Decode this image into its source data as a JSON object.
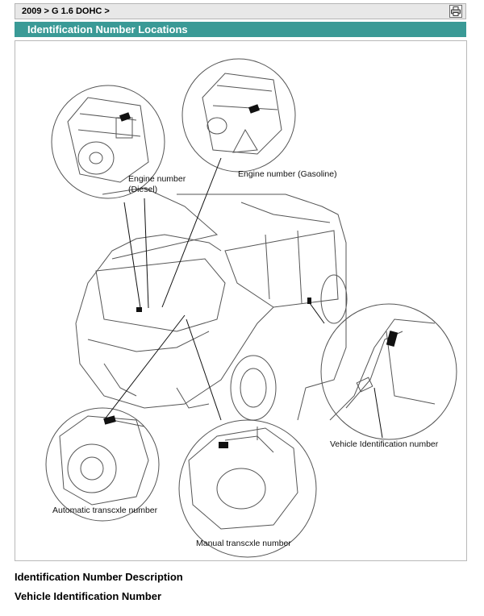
{
  "breadcrumb": "2009 > G 1.6 DOHC >",
  "toolbar": {
    "print_icon": "printer-icon"
  },
  "section_title": "Identification Number Locations",
  "figure": {
    "callouts": {
      "engine_diesel_line1": "Engine number",
      "engine_diesel_line2": "(Diesel)",
      "engine_gasoline": "Engine number (Gasoline)",
      "vin": "Vehicle Identification number",
      "automatic": "Automatic transcxle number",
      "manual": "Manual transcxle number"
    }
  },
  "headings": {
    "description": "Identification Number Description",
    "vin": "Vehicle Identification Number"
  },
  "colors": {
    "title_bar": "#3a9a96",
    "crumb_bar": "#e8e8e8"
  }
}
